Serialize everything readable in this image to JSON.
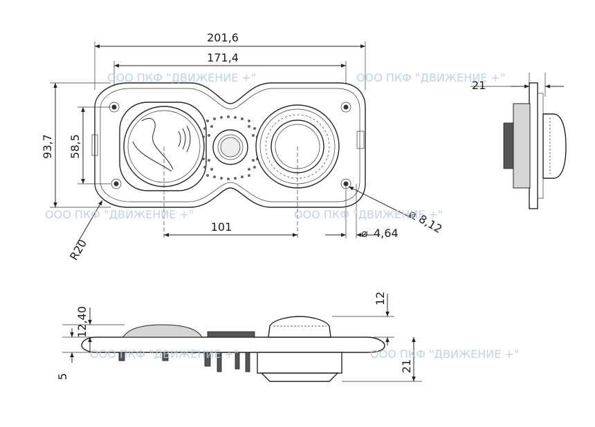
{
  "drawing": {
    "dimensions": {
      "overall_width": "201,6",
      "mount_width": "171,4",
      "overall_height": "93,7",
      "mount_height": "58,5",
      "center_distance": "101",
      "hole_diameter": "4,64",
      "counterbore_diameter": "8,12",
      "corner_radius": "R20",
      "side_depth": "21",
      "side_height_top": "12,40",
      "side_height_lens": "12",
      "side_flange": "5",
      "side_depth_bottom": "21"
    },
    "diameter_symbol": "⌀",
    "watermark": "ООО ПКФ \"ДВИЖЕНИЕ +\""
  }
}
